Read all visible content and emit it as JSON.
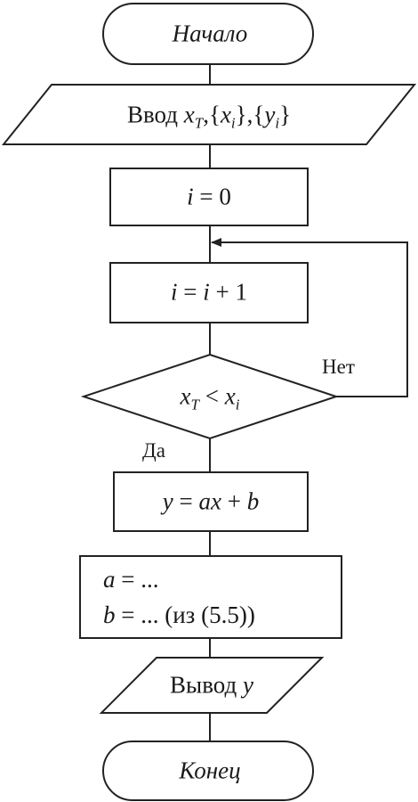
{
  "flowchart": {
    "start": "Начало",
    "input": {
      "word": "Ввод",
      "x": "x",
      "x_sub": "T",
      "comma1": ",",
      "set_x_open": "{",
      "set_x_var": "x",
      "set_x_sub": "i",
      "set_x_close": "}",
      "comma2": ",",
      "set_y_open": "{",
      "set_y_var": "y",
      "set_y_sub": "i",
      "set_y_close": "}"
    },
    "init": {
      "var": "i",
      "rest": " = 0"
    },
    "increment": {
      "var1": "i",
      "eq": " = ",
      "var2": "i",
      "rest": " + 1"
    },
    "condition": {
      "x": "x",
      "x_sub": "T",
      "op": " < ",
      "xi": "x",
      "xi_sub": "i"
    },
    "no_label": "Нет",
    "yes_label": "Да",
    "formula": {
      "y": "y",
      "eq": " = ",
      "ax": "ax",
      "plus": " + ",
      "b": "b"
    },
    "coeffs": {
      "line1_var": "a",
      "line1_rest": " = ...",
      "line2_var": "b",
      "line2_rest": " = ... (из (5.5))"
    },
    "output": {
      "word": "Вывод ",
      "var": "y"
    },
    "end": "Конец"
  },
  "colors": {
    "stroke": "#222222",
    "background": "#ffffff"
  }
}
